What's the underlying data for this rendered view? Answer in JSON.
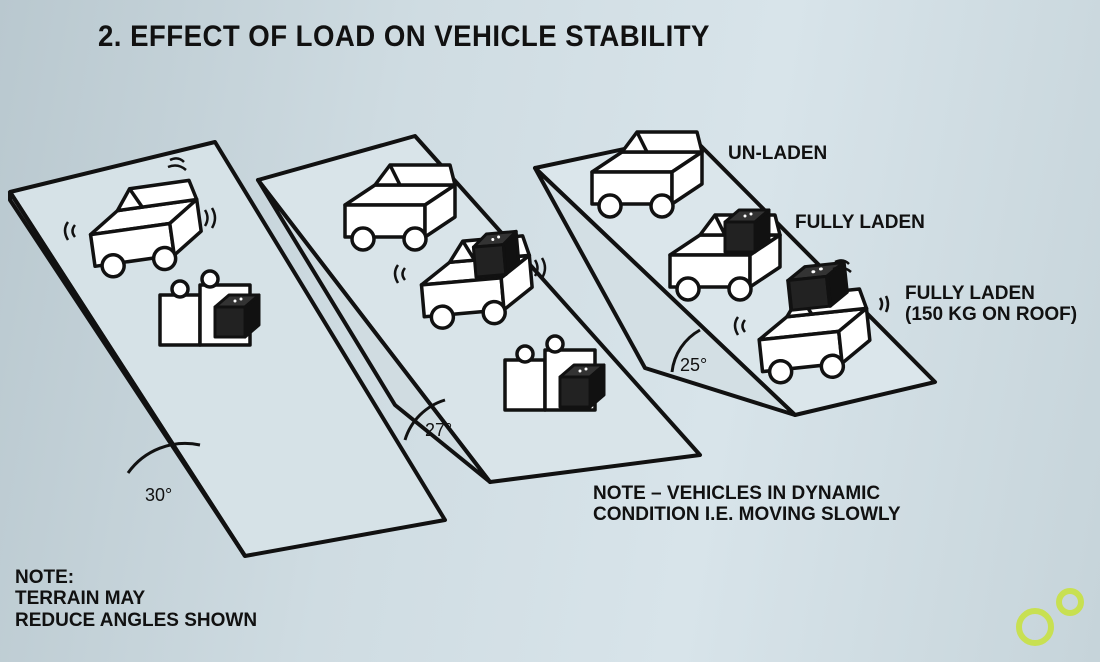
{
  "title": "2. EFFECT OF LOAD ON VEHICLE STABILITY",
  "diagram": {
    "ramps": [
      {
        "angle": "30°"
      },
      {
        "angle": "27°"
      },
      {
        "angle": "25°"
      }
    ],
    "labels": {
      "unladen": "UN-LADEN",
      "fully_laden": "FULLY LADEN",
      "fully_laden_roof_line1": "FULLY LADEN",
      "fully_laden_roof_line2": "(150 KG ON ROOF)"
    },
    "note_dynamic": [
      "NOTE – VEHICLES IN DYNAMIC",
      "CONDITION I.E. MOVING SLOWLY"
    ],
    "note_terrain": [
      "NOTE:",
      "TERRAIN MAY",
      "REDUCE ANGLES SHOWN"
    ]
  },
  "colors": {
    "ink": "#111111",
    "paper": "#cfdce2",
    "watermark": "#c8e23a"
  }
}
